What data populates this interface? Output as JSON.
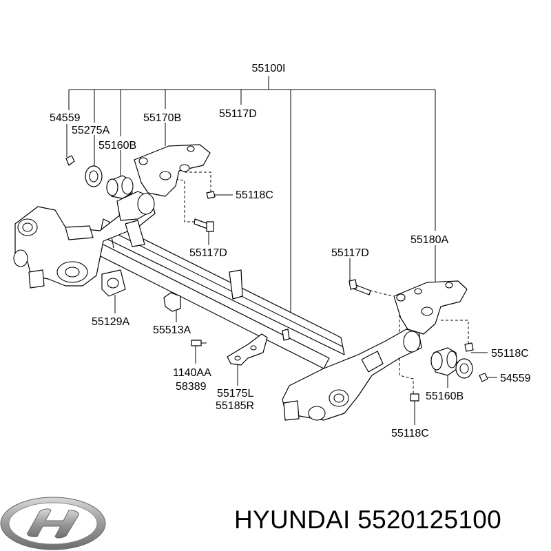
{
  "labels": {
    "assembly": "55100I",
    "nut_left": "54559",
    "bushing_plate_left": "55275A",
    "bushing_left": "55160B",
    "bracket_left": "55170B",
    "bolt_top": "55117D",
    "bolt_bracket_left": "55118C",
    "bolt_lower_left": "55117D",
    "bolt_mid": "55117D",
    "bracket_right": "55180A",
    "gasket": "55129A",
    "clip": "55513A",
    "bolt_small_a": "1140AA",
    "bolt_small_b": "58389",
    "bracket_lr_a": "55175L",
    "bracket_lr_b": "55185R",
    "bolt_right_top": "55118C",
    "nut_right": "54559",
    "bushing_right": "55160B",
    "bolt_right_bottom": "55118C"
  },
  "brand": {
    "logo": "hyundai-logo",
    "title": "HYUNDAI 5520125100"
  }
}
